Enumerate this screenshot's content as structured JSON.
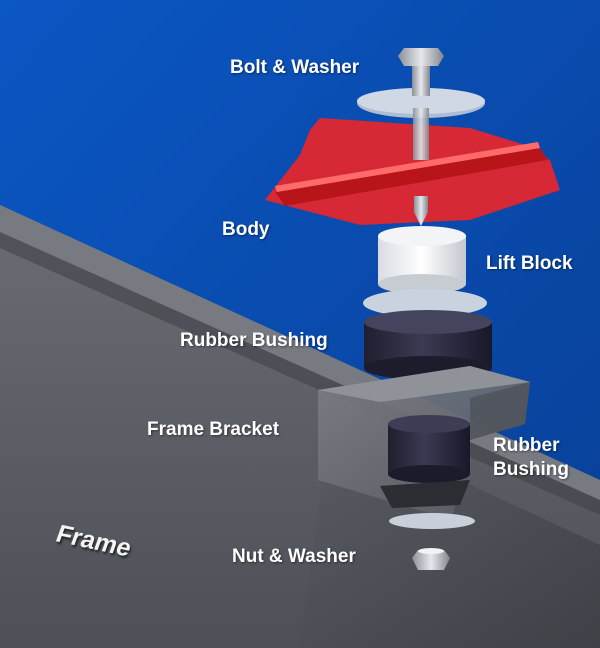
{
  "labels": {
    "bolt_washer": "Bolt & Washer",
    "body": "Body",
    "lift_block": "Lift Block",
    "rubber_bushing_upper": "Rubber Bushing",
    "frame_bracket": "Frame Bracket",
    "rubber_bushing_lower_line1": "Rubber",
    "rubber_bushing_lower_line2": "Bushing",
    "frame": "Frame",
    "nut_washer": "Nut & Washer"
  },
  "colors": {
    "background": "#0a4fb3",
    "body_panel": "#e8262a",
    "frame": "#55585f",
    "bushing": "#2a2a3e",
    "metal": "#c9ced6"
  }
}
